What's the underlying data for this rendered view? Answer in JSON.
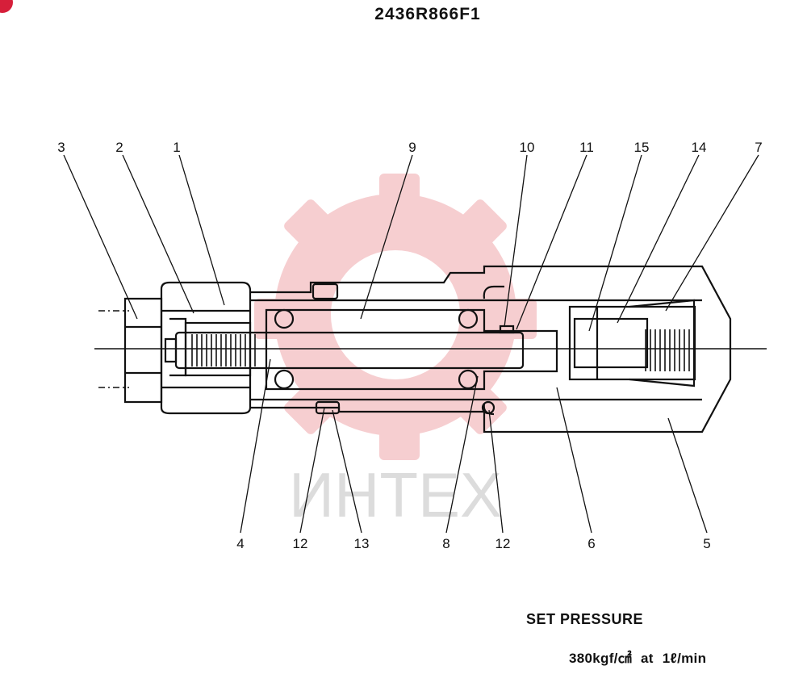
{
  "part_number": "2436R866F1",
  "watermark": {
    "text": "ИНТЕХ",
    "color": "#f2b4b8"
  },
  "callouts": {
    "top": [
      "3",
      "2",
      "1",
      "9",
      "10",
      "11",
      "15",
      "14",
      "7"
    ],
    "bottom": [
      "4",
      "12",
      "13",
      "8",
      "12",
      "6",
      "5"
    ]
  },
  "spec": {
    "label": "SET PRESSURE",
    "value": "380kgf/㎠ at 1ℓ/min"
  },
  "colors": {
    "line": "#111111",
    "badge": "#d61f3a"
  }
}
